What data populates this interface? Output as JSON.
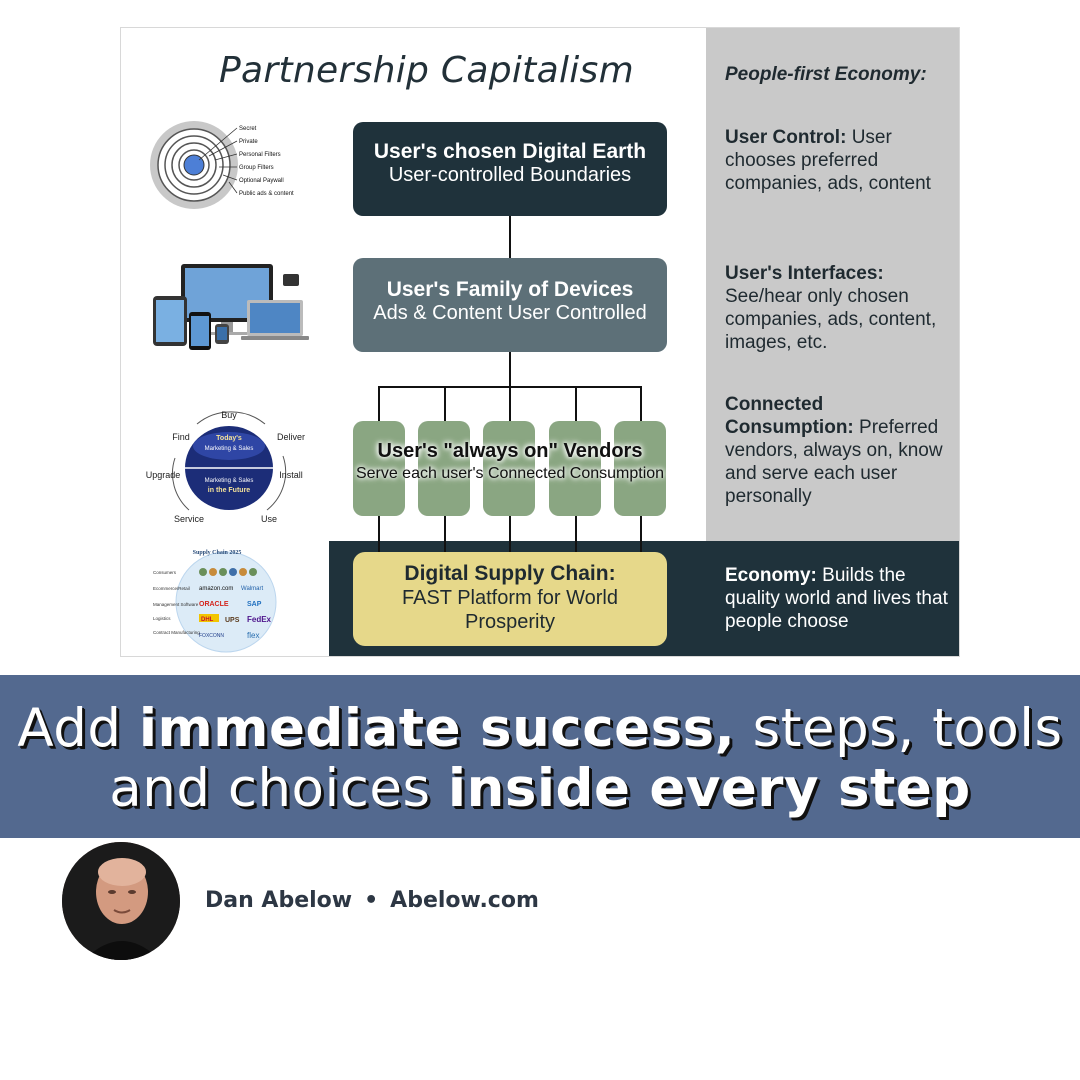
{
  "slide": {
    "title": "Partnership Capitalism",
    "earth_box": {
      "line1": "User's chosen Digital Earth",
      "line2": "User-controlled Boundaries"
    },
    "devices_box": {
      "line1": "User's Family of Devices",
      "line2": "Ads & Content User Controlled"
    },
    "vendors_box": {
      "line1": "User's \"always on\" Vendors",
      "line2": "Serve each user's Connected Consumption"
    },
    "supply_box": {
      "line1": "Digital Supply Chain:",
      "line2": "FAST Platform for World",
      "line3": "Prosperity"
    },
    "side_heading": "People-first Economy:",
    "side_blocks": [
      {
        "title": "User Control:",
        "text": "User chooses preferred companies, ads, content"
      },
      {
        "title": "User's Interfaces:",
        "text": "See/hear only chosen companies, ads, content, images, etc."
      },
      {
        "title": "Connected Consumption:",
        "text": "Preferred vendors, always on, know and serve each user personally"
      }
    ],
    "economy": {
      "title": "Economy:",
      "text": "Builds the quality world and lives that people choose"
    },
    "target_labels": [
      "Secret",
      "Private",
      "Personal Filters",
      "Group Filters",
      "Optional Paywall",
      "Public ads & content"
    ],
    "cycle": {
      "labels": [
        "Buy",
        "Deliver",
        "Install",
        "Use",
        "Service",
        "Upgrade",
        "Find"
      ],
      "inner_top": "Today's",
      "inner_top2": "Marketing & Sales",
      "inner_bottom": "Marketing & Sales",
      "inner_bottom2": "in the Future"
    },
    "supply_icon": {
      "title": "Supply Chain 2025",
      "rows": [
        "Consumers",
        "Ecommerce/Retail",
        "Management Software",
        "Logistics",
        "Contract Manufacturing"
      ],
      "brands": [
        "amazon.com",
        "Walmart",
        "ORACLE",
        "SAP",
        "DHL",
        "UPS",
        "FedEx",
        "FOXCONN",
        "flex"
      ]
    }
  },
  "banner": {
    "line1_a": "Add ",
    "line1_b": "immediate success,",
    "line1_c": " steps, tools",
    "line2_a": "and choices ",
    "line2_b": "inside every step"
  },
  "byline": {
    "name": "Dan Abelow",
    "separator": "•",
    "site": "Abelow.com"
  },
  "colors": {
    "dark": "#1f323b",
    "gray": "#c9c9c9",
    "slate": "#5d7078",
    "gold": "#e6d88a",
    "banner": "#53698f",
    "vendor_green": "#8aa682"
  }
}
